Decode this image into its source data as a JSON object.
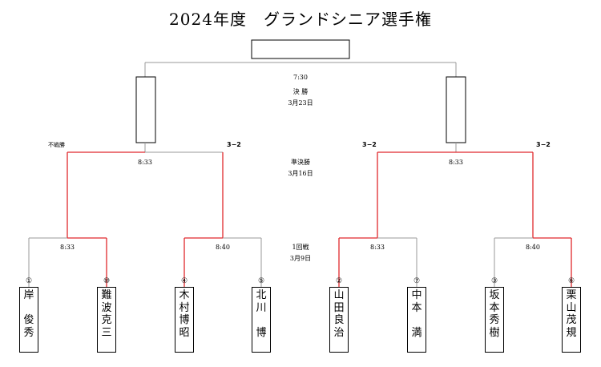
{
  "title": "2024年度　グランドシニア選手権",
  "final": {
    "time": "7:30",
    "round": "決 勝",
    "date": "3月23日"
  },
  "semi": {
    "round": "準決勝",
    "date": "3月16日"
  },
  "first": {
    "round": "1回戦",
    "date": "3月9日"
  },
  "forfeit_note": "不戦勝",
  "match_times": {
    "semi_left": "8:33",
    "semi_right": "8:33",
    "r1_m1": "8:33",
    "r1_m2": "8:40",
    "r1_m3": "8:33",
    "r1_m4": "8:40"
  },
  "scores": {
    "s1": "3−2",
    "s2": "3−2",
    "s3": "3−2"
  },
  "players": [
    {
      "seed": "①",
      "name": "岸\n\n俊\n秀"
    },
    {
      "seed": "⑩",
      "name": "難\n波\n克\n三"
    },
    {
      "seed": "④",
      "name": "木\n村\n博\n昭"
    },
    {
      "seed": "⑤",
      "name": "北\n川\n\n博"
    },
    {
      "seed": "②",
      "name": "山\n田\n良\n治"
    },
    {
      "seed": "⑦",
      "name": "中\n本\n\n満"
    },
    {
      "seed": "③",
      "name": "坂\n本\n秀\n樹"
    },
    {
      "seed": "⑥",
      "name": "栗\n山\n茂\n規"
    }
  ],
  "colors": {
    "line": "#999999",
    "winner": "#e0282d",
    "text": "#000000"
  }
}
